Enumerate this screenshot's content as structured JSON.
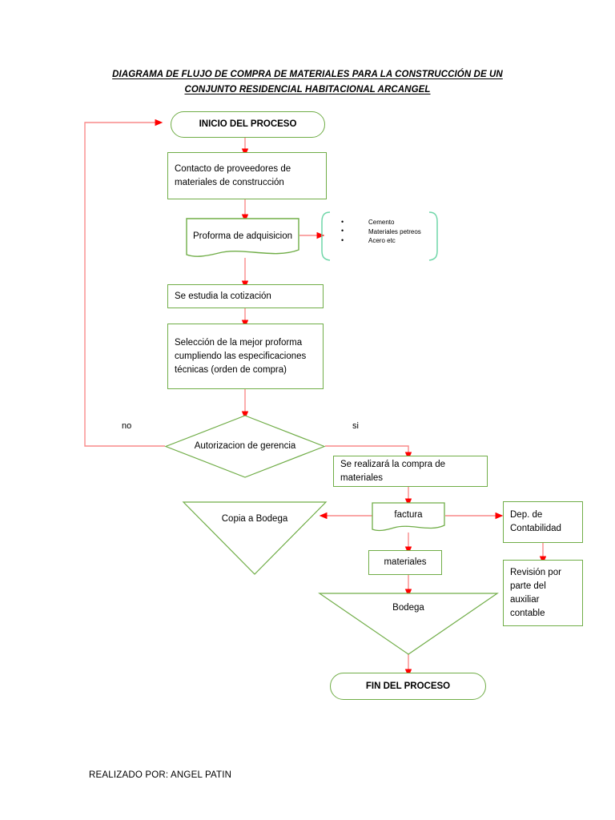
{
  "document": {
    "title_line1": "DIAGRAMA DE FLUJO DE COMPRA DE MATERIALES PARA LA CONSTRUCCIÓN DE UN",
    "title_line2": "CONJUNTO RESIDENCIAL HABITACIONAL ARCANGEL",
    "footer": "REALIZADO POR: ANGEL PATIN"
  },
  "colors": {
    "shape_stroke": "#70ad47",
    "bracket_stroke": "#6fd6a8",
    "connector_line": "#f98a8a",
    "arrow_head": "#ff0000",
    "text": "#000000",
    "background": "#ffffff"
  },
  "nodes": {
    "start": {
      "label": "INICIO DEL PROCESO",
      "shape": "terminator"
    },
    "contacto": {
      "label": "Contacto de proveedores de materiales de construcción",
      "shape": "process"
    },
    "proforma": {
      "label": "Proforma de adquisicion",
      "shape": "document"
    },
    "cotizacion": {
      "label": "Se estudia la cotización",
      "shape": "process"
    },
    "seleccion": {
      "label": "Selección de la mejor proforma cumpliendo las especificaciones técnicas (orden de compra)",
      "shape": "process"
    },
    "autorizacion": {
      "label": "Autorizacion de gerencia",
      "shape": "decision"
    },
    "compra": {
      "label": "Se realizará la compra de materiales",
      "shape": "process"
    },
    "copia_bodega": {
      "label": "Copia a Bodega",
      "shape": "triangle"
    },
    "factura": {
      "label": "factura",
      "shape": "document"
    },
    "dep_contabilidad": {
      "label": "Dep. de Contabilidad",
      "shape": "process"
    },
    "materiales": {
      "label": "materiales",
      "shape": "process"
    },
    "revision": {
      "label": "Revisión por parte del auxiliar contable",
      "shape": "process"
    },
    "bodega": {
      "label": "Bodega",
      "shape": "triangle"
    },
    "end": {
      "label": "FIN DEL PROCESO",
      "shape": "terminator"
    }
  },
  "bracket_list": {
    "items": [
      "Cemento",
      "Materiales petreos",
      "Acero etc"
    ]
  },
  "edge_labels": {
    "no": "no",
    "si": "si"
  }
}
